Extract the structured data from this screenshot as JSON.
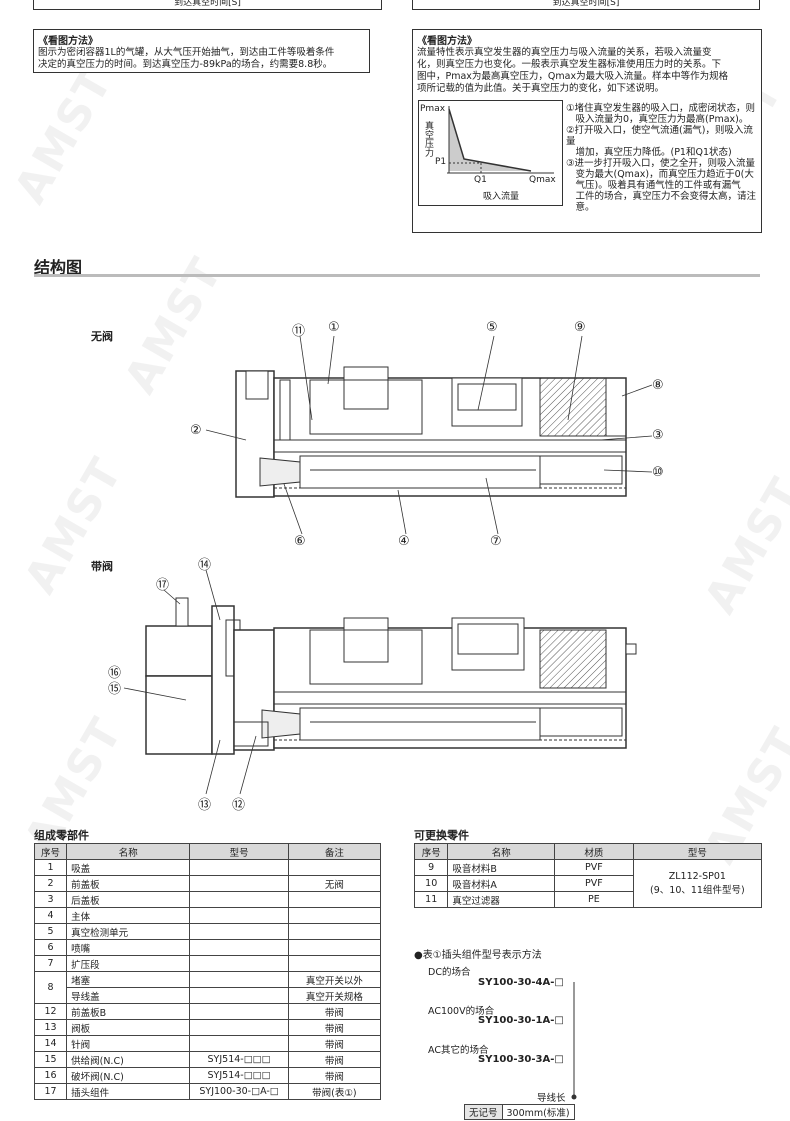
{
  "top_box_left": "到达真空时间[S]",
  "top_box_right": "到达真空时间[S]",
  "left_note": {
    "title": "《看图方法》",
    "lines": [
      "图示为密闭容器1L的气罐，从大气压开始抽气，到达由工件等吸着条件",
      "决定的真空压力的时间。到达真空压力-89kPa的场合，约需要8.8秒。"
    ]
  },
  "right_note": {
    "title": "《看图方法》",
    "lines": [
      "流量特性表示真空发生器的真空压力与吸入流量的关系，若吸入流量变",
      "化，则真空压力也变化。一般表示真空发生器标准使用压力时的关系。下",
      "图中，Pmax为最高真空压力，Qmax为最大吸入流量。样本中等作为规格",
      "项所记载的值为此值。关于真空压力的变化，如下述说明。"
    ],
    "graph": {
      "pmax": "Pmax",
      "p1": "P1",
      "q1": "Q1",
      "qmax": "Qmax",
      "ylabel": "真空压力",
      "xlabel": "吸入流量"
    },
    "items": [
      "①堵住真空发生器的吸入口，成密闭状态，则",
      "　吸入流量为0，真空压力为最高(Pmax)。",
      "②打开吸入口，使空气流通(漏气)，则吸入流量",
      "　增加，真空压力降低。(P1和Q1状态)",
      "③进一步打开吸入口，使之全开，则吸入流量",
      "　变为最大(Qmax)，而真空压力趋近于0(大",
      "　气压)。吸着具有通气性的工件或有漏气",
      "　工件的场合，真空压力不会变得太高，请注",
      "　意。"
    ]
  },
  "structure": {
    "title": "结构图",
    "no_valve": "无阀",
    "with_valve": "带阀",
    "callouts_top": [
      "⑪",
      "①",
      "⑤",
      "⑨",
      "⑧",
      "②",
      "③",
      "⑩",
      "⑥",
      "④",
      "⑦"
    ],
    "callouts_bottom": [
      "⑰",
      "⑭",
      "⑯",
      "⑮",
      "⑬",
      "⑫"
    ]
  },
  "parts": {
    "title": "组成零部件",
    "headers": [
      "序号",
      "名称",
      "型号",
      "备注"
    ],
    "rows": [
      [
        "1",
        "吸盖",
        "",
        ""
      ],
      [
        "2",
        "前盖板",
        "",
        "无阀"
      ],
      [
        "3",
        "后盖板",
        "",
        ""
      ],
      [
        "4",
        "主体",
        "",
        ""
      ],
      [
        "5",
        "真空检测单元",
        "",
        ""
      ],
      [
        "6",
        "喷嘴",
        "",
        ""
      ],
      [
        "7",
        "扩压段",
        "",
        ""
      ],
      [
        "8",
        "堵塞",
        "",
        "真空开关以外"
      ],
      [
        "",
        "导线盖",
        "",
        "真空开关规格"
      ],
      [
        "12",
        "前盖板B",
        "",
        "带阀"
      ],
      [
        "13",
        "阀板",
        "",
        "带阀"
      ],
      [
        "14",
        "针阀",
        "",
        "带阀"
      ],
      [
        "15",
        "供给阀(N.C)",
        "SYJ514-□□□",
        "带阀"
      ],
      [
        "16",
        "破坏阀(N.C)",
        "SYJ514-□□□",
        "带阀"
      ],
      [
        "17",
        "插头组件",
        "SYJ100-30-□A-□",
        "带阀(表①)"
      ]
    ]
  },
  "replaceable": {
    "title": "可更换零件",
    "headers": [
      "序号",
      "名称",
      "材质",
      "型号"
    ],
    "rows": [
      [
        "9",
        "吸音材料B",
        "PVF"
      ],
      [
        "10",
        "吸音材料A",
        "PVF"
      ],
      [
        "11",
        "真空过滤器",
        "PE"
      ]
    ],
    "model": "ZL112-SP01",
    "model_note": "(9、10、11组件型号)"
  },
  "plug_table": {
    "title": "●表①插头组件型号表示方法",
    "dc_label": "DC的场合",
    "dc_model": "SY100-30-4A-□",
    "ac100_label": "AC100V的场合",
    "ac100_model": "SY100-30-1A-□",
    "ac_other_label": "AC其它的场合",
    "ac_other_model": "SY100-30-3A-□",
    "lead_label": "导线长",
    "lead_code": "无记号",
    "lead_value": "300mm(标准)"
  },
  "watermark": "AMST",
  "colors": {
    "rule": "#bbbbbb",
    "header_bg": "#d9d9d9",
    "hatch": "#555555"
  }
}
